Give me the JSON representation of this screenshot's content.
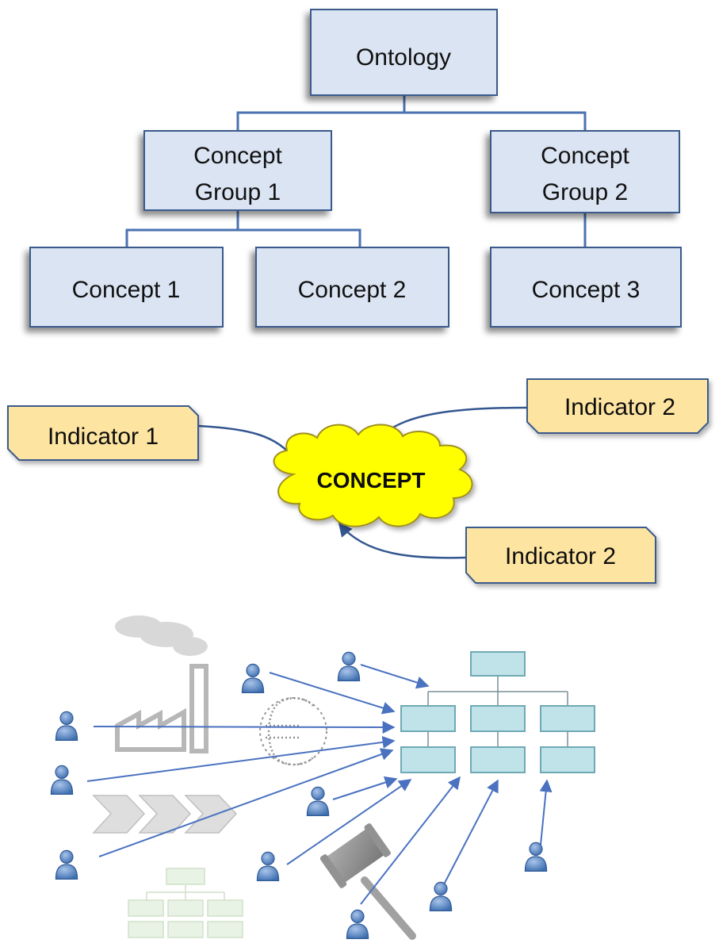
{
  "hierarchy": {
    "root": "Ontology",
    "groups": [
      {
        "line1": "Concept",
        "line2": "Group 1"
      },
      {
        "line1": "Concept",
        "line2": "Group 2"
      }
    ],
    "concepts": [
      "Concept 1",
      "Concept 2",
      "Concept 3"
    ]
  },
  "concept_map": {
    "center": "CONCEPT",
    "indicators": [
      "Indicator 1",
      "Indicator 2",
      "Indicator 2"
    ]
  },
  "colors": {
    "box_fill": "#dbe4f3",
    "box_stroke": "#3b5a8c",
    "connector": "#4a72b0",
    "indicator_fill": "#fde4a0",
    "cloud_fill": "#ffff00",
    "arrow": "#34578f",
    "person": "#5b86c4",
    "bottom_arrow": "#4a72c0",
    "chart_box_fill": "#bfe3e8"
  },
  "icons": [
    "factory-icon",
    "euro-icon",
    "process-chevrons-icon",
    "org-chart-icon",
    "gavel-icon",
    "person-icon"
  ]
}
